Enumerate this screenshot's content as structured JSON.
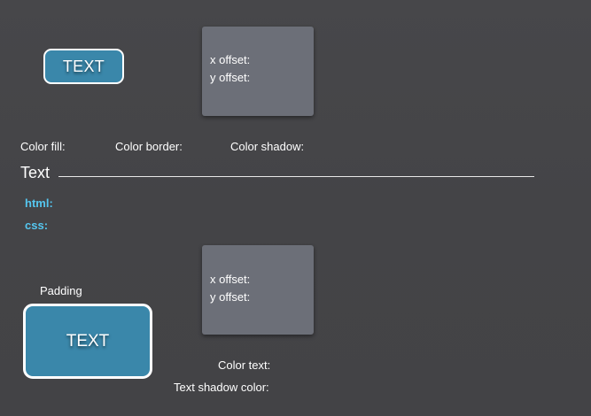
{
  "button_preview": {
    "text": "TEXT"
  },
  "box_shadow_pad": {
    "x_offset_label": "x offset:",
    "y_offset_label": "y offset:"
  },
  "color_controls": {
    "fill_label": "Color fill:",
    "border_label": "Color border:",
    "shadow_label": "Color shadow:"
  },
  "text_section": {
    "title": "Text"
  },
  "code_output": {
    "html_label": "html:",
    "css_label": "css:"
  },
  "padding_section": {
    "label": "Padding",
    "preview_text": "TEXT"
  },
  "text_shadow_pad": {
    "x_offset_label": "x offset:",
    "y_offset_label": "y offset:"
  },
  "text_color_controls": {
    "color_text_label": "Color text:",
    "shadow_color_label": "Text shadow color:"
  },
  "colors": {
    "background": "#464649",
    "button_fill": "#3a87aa",
    "button_border": "#ffffff",
    "pad_fill": "#6c6f78",
    "code_label": "#55c6ef"
  }
}
